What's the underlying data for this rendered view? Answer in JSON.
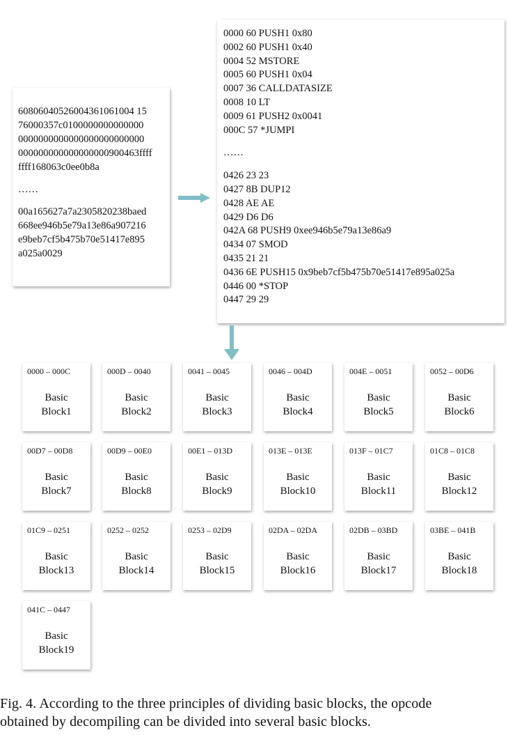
{
  "bytecode": {
    "lines_top": [
      "60806040526004361061004 15",
      "76000357c0100000000000000",
      "0000000000000000000000000",
      "000000000000000000900463ffff",
      "ffff168063c0ee0b8a"
    ],
    "ellipsis": "……",
    "lines_bottom": [
      "00a165627a7a2305820238baed",
      "668ee946b5e79a13e86a907216",
      "e9beb7cf5b475b70e51417e895",
      "a025a0029"
    ]
  },
  "opcodes": {
    "lines_top": [
      "0000 60 PUSH1 0x80",
      "0002 60 PUSH1 0x40",
      "0004 52 MSTORE",
      "0005 60 PUSH1 0x04",
      "0007 36 CALLDATASIZE",
      "0008 10 LT",
      "0009 61 PUSH2 0x0041",
      "000C 57 *JUMPI"
    ],
    "ellipsis": "……",
    "lines_bottom": [
      "0426 23 23",
      "0427 8B DUP12",
      "0428 AE AE",
      "0429 D6 D6",
      "042A 68 PUSH9 0xee946b5e79a13e86a9",
      "0434 07 SMOD",
      "0435 21 21",
      "0436 6E PUSH15 0x9beb7cf5b475b70e51417e895a025a",
      "0446 00 *STOP",
      "0447 29 29"
    ]
  },
  "blocks": [
    {
      "range": "0000 – 000C",
      "label1": "Basic",
      "label2": "Block1"
    },
    {
      "range": "000D – 0040",
      "label1": "Basic",
      "label2": "Block2"
    },
    {
      "range": "0041 – 0045",
      "label1": "Basic",
      "label2": "Block3"
    },
    {
      "range": "0046 – 004D",
      "label1": "Basic",
      "label2": "Block4"
    },
    {
      "range": "004E – 0051",
      "label1": "Basic",
      "label2": "Block5"
    },
    {
      "range": "0052 – 00D6",
      "label1": "Basic",
      "label2": "Block6"
    },
    {
      "range": "00D7 – 00D8",
      "label1": "Basic",
      "label2": "Block7"
    },
    {
      "range": "00D9 – 00E0",
      "label1": "Basic",
      "label2": "Block8"
    },
    {
      "range": "00E1 – 013D",
      "label1": "Basic",
      "label2": "Block9"
    },
    {
      "range": "013E – 013E",
      "label1": "Basic",
      "label2": "Block10"
    },
    {
      "range": "013F – 01C7",
      "label1": "Basic",
      "label2": "Block11"
    },
    {
      "range": "01C8 – 01C8",
      "label1": "Basic",
      "label2": "Block12"
    },
    {
      "range": "01C9 – 0251",
      "label1": "Basic",
      "label2": "Block13"
    },
    {
      "range": "0252 – 0252",
      "label1": "Basic",
      "label2": "Block14"
    },
    {
      "range": "0253 – 02D9",
      "label1": "Basic",
      "label2": "Block15"
    },
    {
      "range": "02DA – 02DA",
      "label1": "Basic",
      "label2": "Block16"
    },
    {
      "range": "02DB – 03BD",
      "label1": "Basic",
      "label2": "Block17"
    },
    {
      "range": "03BE – 041B",
      "label1": "Basic",
      "label2": "Block18"
    },
    {
      "range": "041C – 0447",
      "label1": "Basic",
      "label2": "Block19"
    }
  ],
  "caption": {
    "line1": "Fig. 4.  According to the three principles of dividing basic blocks, the opcode",
    "line2": "obtained by decompiling can be divided into several basic blocks."
  },
  "colors": {
    "arrow": "#7fbfc8"
  }
}
